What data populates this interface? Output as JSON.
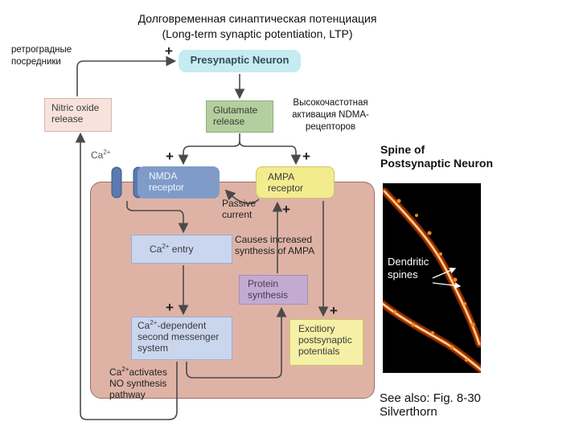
{
  "title": {
    "line1": "Долговременная синаптическая потенциация",
    "line2": "(Long-term synaptic potentiation, LTP)"
  },
  "notes": {
    "retro_line1": "ретроградные",
    "retro_line2": "посредники",
    "hf_line1": "Высокочастотная",
    "hf_line2": "активация NDMA-",
    "hf_line3": "рецепторов"
  },
  "boxes": {
    "presynaptic": "Presynaptic Neuron",
    "nitric_line1": "Nitric oxide",
    "nitric_line2": "release",
    "glutamate_line1": "Glutamate",
    "glutamate_line2": "release",
    "nmda_line1": "NMDA",
    "nmda_line2": "receptor",
    "ampa_line1": "AMPA",
    "ampa_line2": "receptor",
    "ca_entry_base": "Ca",
    "ca_entry_sup": "2+",
    "ca_entry_rest": " entry",
    "protein_line1": "Protein",
    "protein_line2": "synthesis",
    "ca2_base": "Ca",
    "ca2_sup": "2+",
    "ca2_rest": "-dependent",
    "ca2_line2": "second messenger",
    "ca2_line3": "system",
    "epsp_line1": "Excitiory",
    "epsp_line2": "postsynaptic",
    "epsp_line3": "potentials"
  },
  "labels": {
    "ca_ion_base": "Ca",
    "ca_ion_sup": "2+",
    "passive_line1": "Passive",
    "passive_line2": "current",
    "causes_line1": "Causes increased",
    "causes_line2": "synthesis of AMPA",
    "caact_base": "Ca",
    "caact_sup": "2+",
    "caact_rest": "activates",
    "caact_line2": "NO synthesis",
    "caact_line3": "pathway"
  },
  "plus_sign": "+",
  "micrograph": {
    "title_line1": "Spine of",
    "title_line2": "Postsynaptic Neuron",
    "label_line1": "Dendritic",
    "label_line2": "spines"
  },
  "see_also": {
    "line1": "See also: Fig. 8-30",
    "line2": "Silverthorn"
  },
  "colors": {
    "cell": "#deb3a6",
    "presynaptic": "#c5ecf0",
    "glutamate": "#b4cf9f",
    "nmda": "#7f9cc8",
    "ampa": "#f3ec8f",
    "calcium_boxes": "#c9d6ee",
    "protein": "#c3aad0",
    "epsp": "#f5f0a6",
    "nitric_oxide": "#f7e3dc",
    "arrows": "#4a4a4a"
  }
}
